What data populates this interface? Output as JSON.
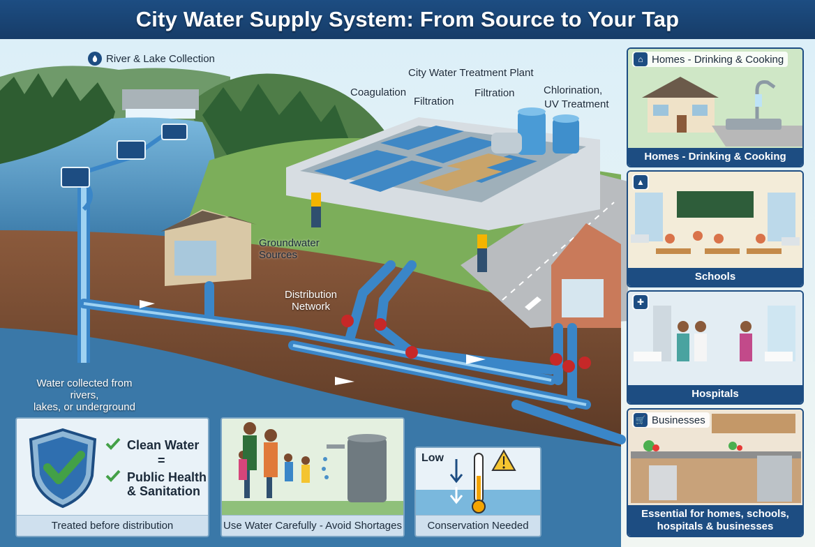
{
  "title": "City Water Supply System: From Source to Your Tap",
  "source": {
    "header": "River & Lake Collection",
    "caption_line1": "Water collected from rivers,",
    "caption_line2": "lakes, or underground"
  },
  "plant": {
    "title": "City Water Treatment Plant",
    "stages": [
      "Coagulation",
      "Filtration",
      "Filtration",
      "Chlorination,",
      "UV Treatment"
    ]
  },
  "groundwater": {
    "line1": "Groundwater",
    "line2": "Sources"
  },
  "distribution": {
    "line1": "Distribution",
    "line2": "Network"
  },
  "destinations": [
    {
      "header": "Homes - Drinking & Cooking",
      "caption": "Homes - Drinking & Cooking",
      "icon": "home-icon"
    },
    {
      "header": "",
      "caption": "Schools",
      "icon": "school-icon"
    },
    {
      "header": "",
      "caption": "Hospitals",
      "icon": "hospital-icon"
    },
    {
      "header": "Businesses",
      "caption_line1": "Essential for homes, schools,",
      "caption_line2": "hospitals & businesses",
      "icon": "cart-icon"
    }
  ],
  "panels": {
    "clean": {
      "line1": "Clean Water",
      "eq": "=",
      "line2": "Public Health",
      "line3": "& Sanitation",
      "caption": "Treated before distribution"
    },
    "family": {
      "caption": "Use Water Carefully - Avoid Shortages"
    },
    "conservation": {
      "level": "Low",
      "caption": "Conservation Needed"
    }
  },
  "colors": {
    "brand": "#1d4d82",
    "water": "#4a90c8",
    "pipe": "#3a86c8",
    "valve": "#c62828",
    "check": "#43a047"
  }
}
